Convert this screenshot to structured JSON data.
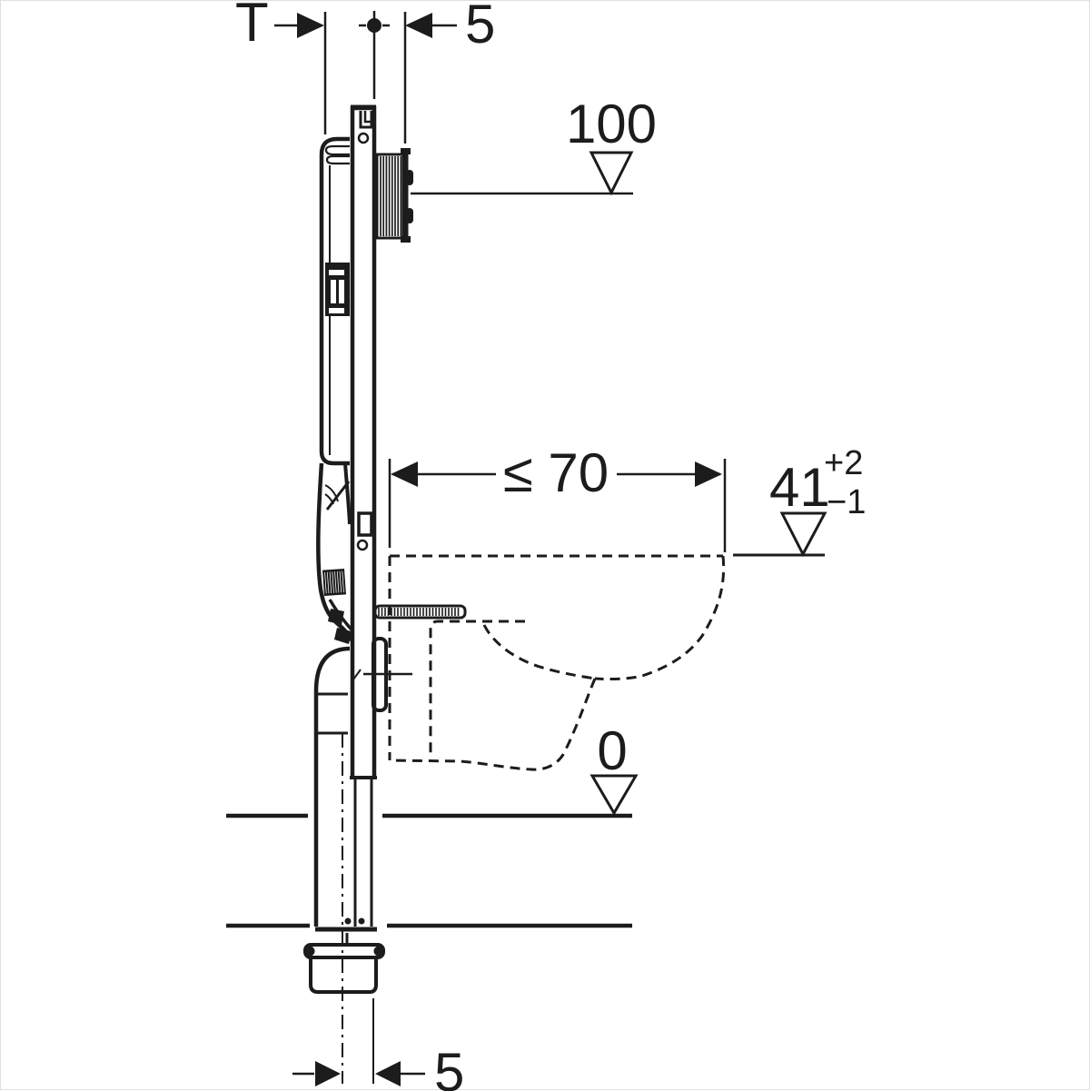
{
  "colors": {
    "line": "#1c1c1c",
    "background": "#ffffff"
  },
  "labels": {
    "install_depth": "T",
    "top_offset": "5",
    "top_level": "100",
    "bowl_projection": "≤ 70",
    "outlet_height": "41",
    "outlet_height_plus": "+2",
    "outlet_height_minus": "−1",
    "floor_level": "0",
    "bottom_offset": "5"
  }
}
